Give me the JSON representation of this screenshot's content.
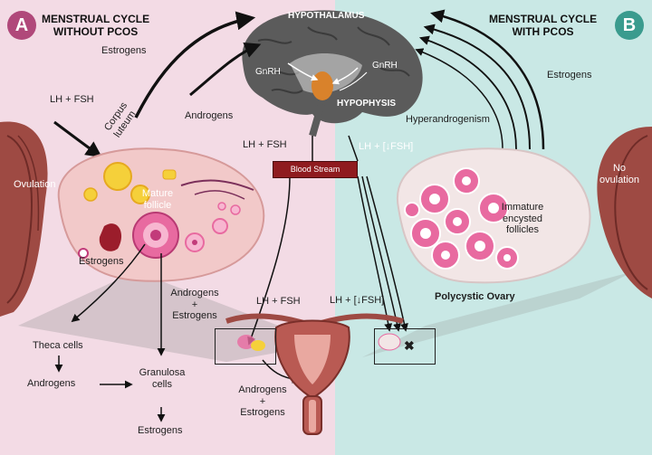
{
  "left_panel": {
    "badge": "A",
    "title_line1": "MENSTRUAL CYCLE",
    "title_line2": "WITHOUT PCOS",
    "badge_color": "#b0487a",
    "bg_color": "#f3dbe5"
  },
  "right_panel": {
    "badge": "B",
    "title_line1": "MENSTRUAL CYCLE",
    "title_line2": "WITH PCOS",
    "badge_color": "#3a9b8e",
    "bg_color": "#c9e8e5"
  },
  "brain": {
    "hypothalamus": "HYPOTHALAMUS",
    "hypophysis": "HYPOPHYSIS",
    "gnrh_left": "GnRH",
    "gnrh_right": "GnRH"
  },
  "labels": {
    "estrogens_top_left": "Estrogens",
    "lh_fsh_left": "LH + FSH",
    "androgens_left": "Androgens",
    "corpus_luteum_1": "Corpus",
    "corpus_luteum_2": "luteum",
    "ovulation": "Ovulation",
    "mature_follicle_1": "Mature",
    "mature_follicle_2": "follicle",
    "estrogens_ovary": "Estrogens",
    "lh_fsh_center": "LH + FSH",
    "blood_stream": "Blood Stream",
    "lh_fsh_right": "LH + [↓FSH]",
    "hyperandrogenism": "Hyperandrogenism",
    "estrogens_top_right": "Estrogens",
    "no_ovulation_1": "No",
    "no_ovulation_2": "ovulation",
    "immature_1": "Immature",
    "immature_2": "encysted",
    "immature_3": "follicles",
    "polycystic_ovary": "Polycystic Ovary",
    "androgens_estrogens_1": "Androgens",
    "androgens_estrogens_2": "+",
    "androgens_estrogens_3": "Estrogens",
    "lh_fsh_uterus_left": "LH + FSH",
    "lh_fsh_uterus_right": "LH + [↓FSH]",
    "theca_cells": "Theca cells",
    "androgens_bottom": "Androgens",
    "granulosa_1": "Granulosa",
    "granulosa_2": "cells",
    "estrogens_bottom": "Estrogens",
    "uterus_out_1": "Androgens",
    "uterus_out_2": "+",
    "uterus_out_3": "Estrogens"
  },
  "colors": {
    "brain": "#5b5b5b",
    "pituitary": "#d9822b",
    "tube": "#9e4a43",
    "ovary_normal": "#f2c9c9",
    "ovary_pcos": "#f2e6e6",
    "follicle": "#e86aa0",
    "corpus_luteum": "#f5d03a",
    "blood_stream": "#8f1b1f",
    "arrow": "#111111"
  }
}
